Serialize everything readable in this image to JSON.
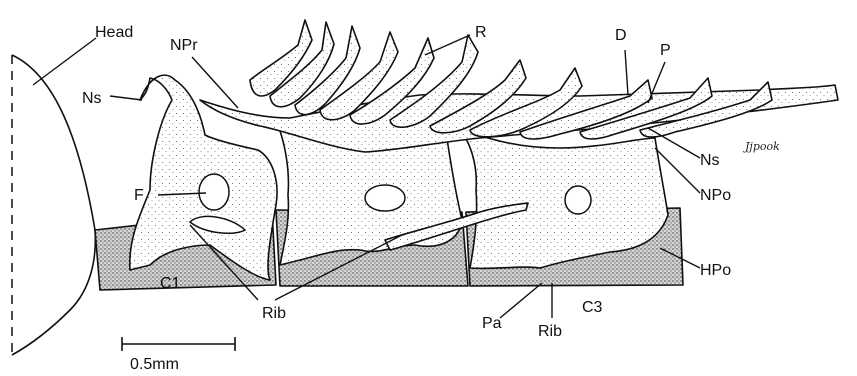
{
  "labels": {
    "head": "Head",
    "npr": "NPr",
    "r": "R",
    "d": "D",
    "p": "P",
    "ns_left": "Ns",
    "f": "F",
    "ns_right": "Ns",
    "npo": "NPo",
    "hpo": "HPo",
    "c1": "C1",
    "rib_left": "Rib",
    "pa": "Pa",
    "rib_right": "Rib",
    "c3": "C3",
    "signature": "Jjpook"
  },
  "scale_bar": {
    "label": "0.5mm"
  }
}
